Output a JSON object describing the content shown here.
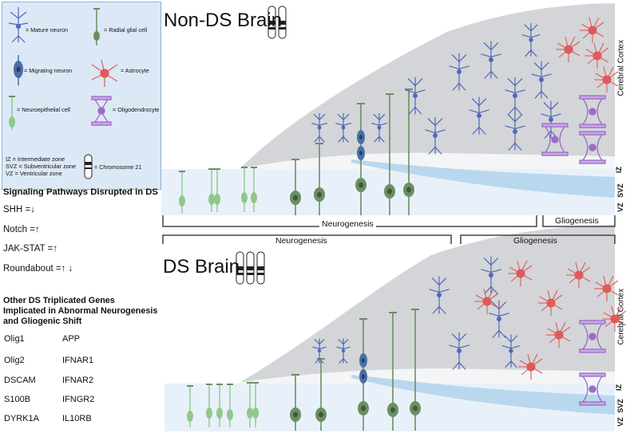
{
  "legend": {
    "mature_neuron": "= Mature neuron",
    "radial_glial": "= Radial glial cell",
    "migrating_neuron": "= Migrating neuron",
    "astrocyte": "= Astrocyte",
    "neuroepithelial": "= Neuroepithelial cell",
    "oligodendrocyte": "= Oligodendrocyte",
    "zones": [
      "IZ = Intermediate zone",
      "SVZ = Subventricular zone",
      "VZ = Ventricular zone"
    ],
    "chromosome": "= Chromosome 21"
  },
  "signaling": {
    "title": "Signaling Pathways Disrupted in DS",
    "items": [
      {
        "label": "SHH =",
        "arrows": "↓"
      },
      {
        "label": "Notch =",
        "arrows": "↑"
      },
      {
        "label": "JAK-STAT =",
        "arrows": "↑"
      },
      {
        "label": "Roundabout =",
        "arrows": "↑ ↓"
      }
    ]
  },
  "triplicated": {
    "title": "Other DS Triplicated Genes Implicated in Abnormal Neurogenesis and Gliogenic Shift",
    "col1": [
      "Olig1",
      "Olig2",
      "DSCAM",
      "S100B",
      "DYRK1A"
    ],
    "col2": [
      "APP",
      "IFNAR1",
      "IFNAR2",
      "IFNGR2",
      "IL10RB"
    ]
  },
  "panels": {
    "nonds_title": "Non-DS Brain",
    "ds_title": "DS Brain",
    "cortex_label": "Cerebral Cortex",
    "zone_labels": [
      "IZ",
      "SVZ",
      "VZ"
    ],
    "neurogenesis_inner": "Neurogenesis",
    "gliogenesis_inner": "Gliogenesis",
    "neurogenesis_outer": "Neurogenesis",
    "gliogenesis_outer": "Gliogenesis"
  },
  "colors": {
    "legend_bg": "#dce8f5",
    "mature_neuron": "#5068b8",
    "astrocyte": "#e05a5a",
    "oligodendrocyte": "#9b6bc8",
    "radial_glial": "#6a8f62",
    "neuroepithelial": "#8fc88a",
    "migrating_neuron": "#4a6fa5",
    "cortex_fill": "#d3d5d8",
    "ventricle_fill": "#e8f1fa"
  }
}
